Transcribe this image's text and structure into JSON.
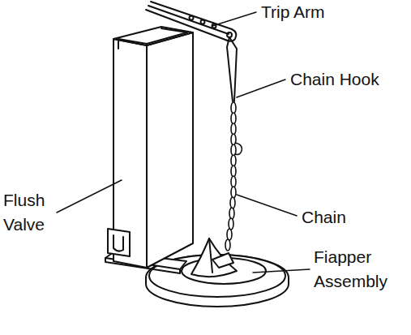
{
  "diagram": {
    "labels": [
      "Trip Arm",
      "Chain Hook",
      "Chain",
      "Flush Valve",
      "Fiapper Assembly"
    ]
  }
}
